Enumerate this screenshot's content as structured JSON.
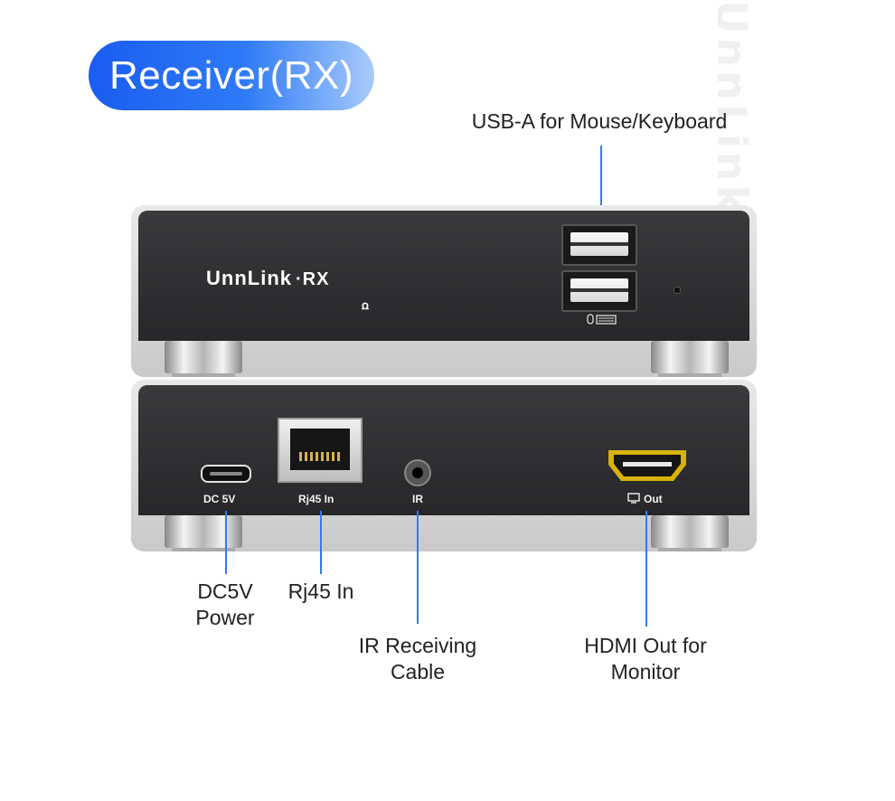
{
  "title": "Receiver(RX)",
  "watermark": "UnnLink 优联",
  "brand": {
    "logo": "UnnLink",
    "model": "·RX"
  },
  "device_labels": {
    "dc": "DC 5V",
    "rj45": "Rj45 In",
    "ir": "IR",
    "hdmi": "Out",
    "ir_glyph": "ꭥ"
  },
  "callouts": {
    "usb": "USB-A for Mouse/Keyboard",
    "dc": [
      "DC5V",
      "Power"
    ],
    "rj45": "Rj45 In",
    "ir": [
      "IR Receiving",
      "Cable"
    ],
    "hdmi": [
      "HDMI Out for",
      "Monitor"
    ]
  },
  "colors": {
    "accent": "#2f7bf6",
    "title_bg_start": "#1a5cf0",
    "device_face": "#2b2b2e",
    "hdmi": "#d6b20a"
  }
}
